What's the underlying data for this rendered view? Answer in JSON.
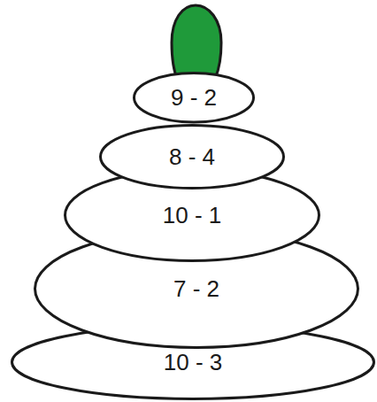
{
  "diagram": {
    "nodes": [
      {
        "text": [
          "9 - 2"
        ]
      },
      {
        "text": [
          "8 - 4"
        ]
      },
      {
        "text": [
          "10 - 1"
        ]
      },
      {
        "text": [
          "7 - 2"
        ]
      },
      {
        "text": [
          "10 - 3"
        ]
      }
    ]
  }
}
